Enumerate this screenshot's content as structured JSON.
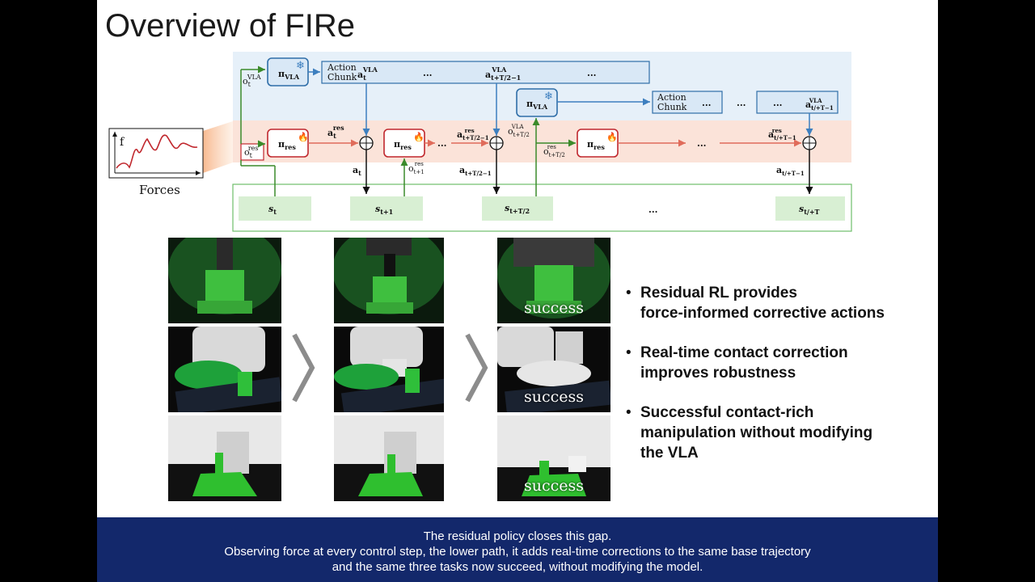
{
  "slide": {
    "title": "Overview of FIRe"
  },
  "diagram": {
    "forces_label": "Forces",
    "force_axis_label": "f",
    "policy_vla": "π",
    "policy_vla_sub": "VLA",
    "policy_res": "π",
    "policy_res_sub": "res",
    "action_chunk_1": "Action",
    "action_chunk_2": "Chunk",
    "ellipsis": "...",
    "obs_vla": "o",
    "obs_vla_sub": "t",
    "obs_vla_sup": "VLA",
    "obs_res": "o",
    "obs_res_sub": "t",
    "obs_res_sup": "res",
    "a_vla_t": "a",
    "a_vla_t_sub": "t",
    "a_vla_t_sup": "VLA",
    "a_vla_mid": "a",
    "a_vla_mid_sub": "t+T/2−1",
    "a_vla_mid_sup": "VLA",
    "a_vla_end": "a",
    "a_vla_end_sub": "t/+T−1",
    "a_vla_end_sup": "VLA",
    "a_res_t": "a",
    "a_res_t_sub": "t",
    "a_res_t_sup": "res",
    "a_res_mid": "a",
    "a_res_mid_sub": "t+T/2−1",
    "a_res_mid_sup": "res",
    "a_res_end": "a",
    "a_res_end_sub": "t/+T−1",
    "a_res_end_sup": "res",
    "o_res_t1": "o",
    "o_res_t1_sub": "t+1",
    "o_res_t1_sup": "res",
    "o_vla_half": "o",
    "o_vla_half_sub": "t+T/2",
    "o_vla_half_sup": "VLA",
    "o_res_half": "o",
    "o_res_half_sub": "t+T/2",
    "o_res_half_sup": "res",
    "a_t": "a",
    "a_t_sub": "t",
    "a_half": "a",
    "a_half_sub": "t+T/2−1",
    "a_end": "a",
    "a_end_sub": "t/+T−1",
    "states": [
      {
        "main": "s",
        "sub": "t"
      },
      {
        "main": "s",
        "sub": "t+1"
      },
      {
        "main": "s",
        "sub": "t+T/2"
      },
      {
        "main": "s",
        "sub": "t/+T"
      }
    ]
  },
  "photos": {
    "success_label": "success"
  },
  "bullets": [
    {
      "line1": "Residual RL provides",
      "line2": "force-informed corrective actions",
      "line3": ""
    },
    {
      "line1": "Real-time contact correction",
      "line2": "improves robustness",
      "line3": ""
    },
    {
      "line1": "Successful contact-rich",
      "line2": "manipulation without modifying",
      "line3": "the VLA"
    }
  ],
  "bullet_glyph": "•",
  "caption": {
    "line1": "The residual policy closes this gap.",
    "line2": "Observing force at every control step, the lower path, it adds real-time corrections to the same base trajectory",
    "line3": "and the same three tasks now succeed, without modifying the model."
  },
  "colors": {
    "vla_blue": "#2f6ea8",
    "res_red": "#c0272d",
    "obs_green": "#3b8a2a",
    "caption_bg": "#13286b"
  }
}
